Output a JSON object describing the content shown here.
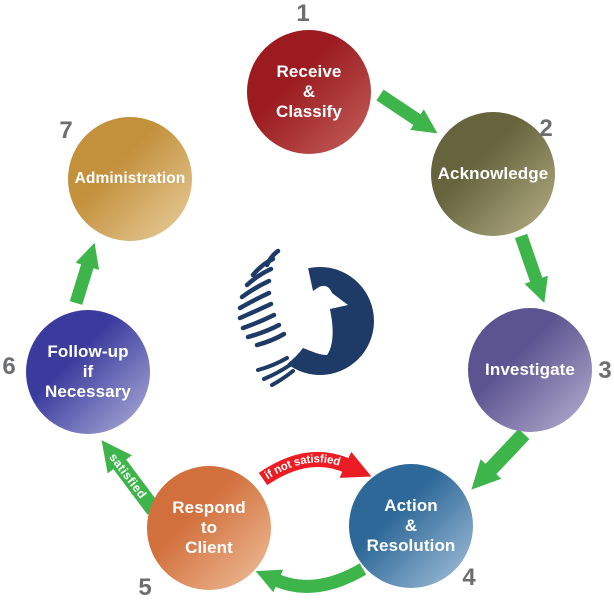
{
  "diagram": {
    "type": "cycle",
    "center_logo": {
      "icon": "dove-icon",
      "color": "#1e3a66"
    }
  },
  "steps": [
    {
      "number": "1",
      "label": "Receive\n&\nClassify",
      "color_dark": "#9b1b20",
      "color_light": "#c4625c",
      "gradient": "linear-gradient(135deg,#9b1b20 38%,#c4625c 100%)"
    },
    {
      "number": "2",
      "label": "Acknowledge",
      "color_dark": "#65643c",
      "color_light": "#b8b089",
      "gradient": "linear-gradient(135deg,#65643c 38%,#b8b089 100%)"
    },
    {
      "number": "3",
      "label": "Investigate",
      "color_dark": "#5c5490",
      "color_light": "#b9b2d2",
      "gradient": "linear-gradient(135deg,#5c5490 38%,#b9b2d2 100%)"
    },
    {
      "number": "4",
      "label": "Action\n&\nResolution",
      "color_dark": "#2d6898",
      "color_light": "#a9c4dc",
      "gradient": "linear-gradient(135deg,#2d6898 38%,#a9c4dc 100%)"
    },
    {
      "number": "5",
      "label": "Respond\nto\nClient",
      "color_dark": "#d2703d",
      "color_light": "#efc19c",
      "gradient": "linear-gradient(135deg,#d2703d 38%,#efc19c 100%)"
    },
    {
      "number": "6",
      "label": "Follow-up\nif\nNecessary",
      "color_dark": "#3b3b9e",
      "color_light": "#b0b2da",
      "gradient": "linear-gradient(135deg,#3b3b9e 38%,#b0b2da 100%)"
    },
    {
      "number": "7",
      "label": "Administration",
      "color_dark": "#c3903c",
      "color_light": "#e8cf9f",
      "gradient": "linear-gradient(135deg,#c3903c 38%,#e8cf9f 100%)"
    }
  ],
  "flow_labels": {
    "satisfied": "satisfied",
    "not_satisfied": "if not satisfied"
  },
  "colors": {
    "arrow_green": "#3eb54a",
    "arrow_red": "#ec1c24",
    "number_gray": "#6d6e71",
    "dove_navy": "#1e3a66",
    "background": "#ffffff"
  }
}
